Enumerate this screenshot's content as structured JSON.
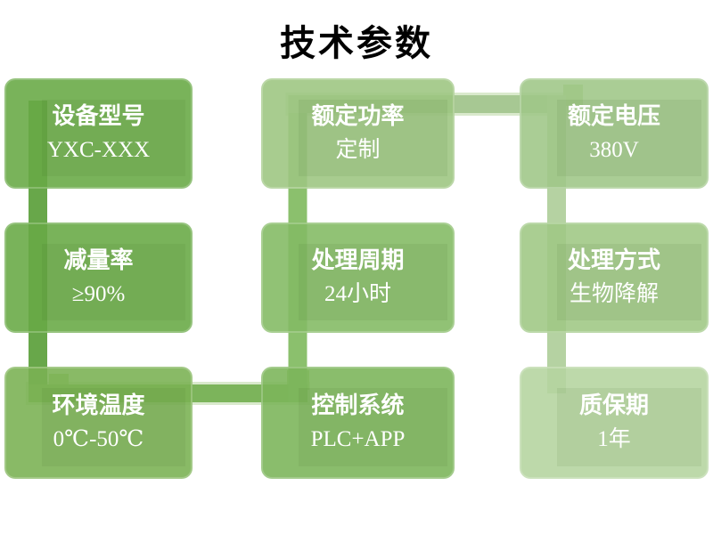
{
  "title": "技术参数",
  "boxes": [
    {
      "label": "设备型号",
      "value": "YXC-XXX"
    },
    {
      "label": "额定功率",
      "value": "定制"
    },
    {
      "label": "额定电压",
      "value": "380V"
    },
    {
      "label": "减量率",
      "value": "≥90%"
    },
    {
      "label": "处理周期",
      "value": "24小时"
    },
    {
      "label": "处理方式",
      "value": "生物降解"
    },
    {
      "label": "环境温度",
      "value": "0℃-50℃"
    },
    {
      "label": "控制系统",
      "value": "PLC+APP"
    },
    {
      "label": "质保期",
      "value": "1年"
    }
  ],
  "colors": {
    "title_color": "#000000",
    "text_color": "#ffffff",
    "box_fills": [
      "rgba(105,170,70,0.89)",
      "rgba(157,198,129,0.89)",
      "rgba(160,199,136,0.89)",
      "rgba(105,170,70,0.89)",
      "rgba(131,187,100,0.89)",
      "rgba(160,200,133,0.89)",
      "rgba(122,177,83,0.89)",
      "rgba(124,181,90,0.89)",
      "rgba(181,212,160,0.89)"
    ],
    "connector": {
      "seg_a": "#68a74a",
      "seg_b": "#7cb45b",
      "seg_c": "#8bc06d",
      "seg_d": "#a7c893",
      "seg_e": "#b5d2a2",
      "halo": "#c9e0b6",
      "echo": "#a9cf8c"
    }
  }
}
